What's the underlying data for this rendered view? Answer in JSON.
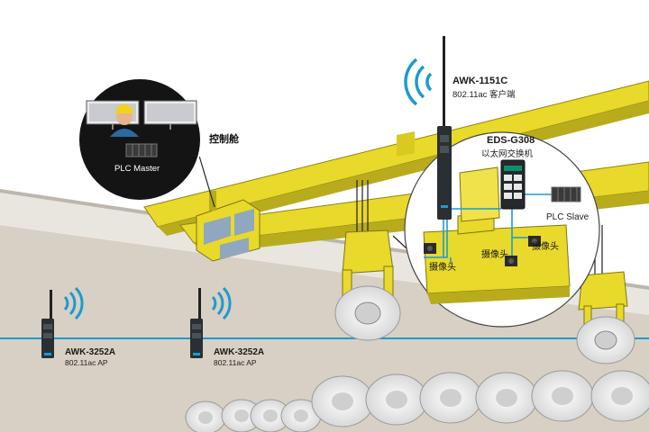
{
  "control_cabin": {
    "title": "控制舱",
    "plc_master": "PLC Master"
  },
  "awk_1151c": {
    "model": "AWK-1151C",
    "desc": "802.11ac 客户端"
  },
  "eds_g308": {
    "model": "EDS-G308",
    "desc": "以太网交换机"
  },
  "plc_slave": "PLC Slave",
  "cameras": [
    "摄像头",
    "摄像头",
    "摄像头"
  ],
  "ap_left": {
    "model": "AWK-3252A",
    "desc": "802.11ac AP"
  },
  "ap_right": {
    "model": "AWK-3252A",
    "desc": "802.11ac AP"
  },
  "colors": {
    "crane_yellow": "#e8d92a",
    "network_line": "#1b9bd0",
    "cabin_circle": "#141414",
    "wall": "#d8d0c4"
  },
  "icons": [
    "wifi-icon",
    "monitor-icon",
    "operator-icon",
    "plc-icon",
    "camera-icon",
    "paper-roll-icon"
  ]
}
